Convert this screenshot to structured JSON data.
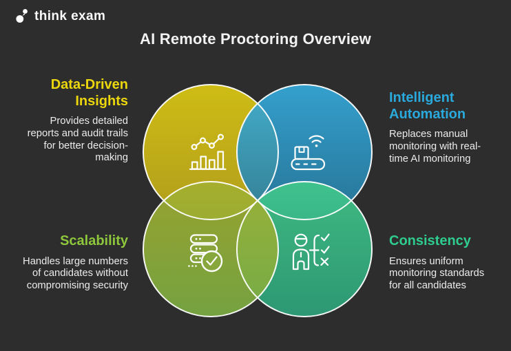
{
  "background_color": "#2d2d2d",
  "logo": {
    "text": "think exam",
    "icon": "two-dots-logo-icon",
    "color": "#ffffff"
  },
  "title": "AI Remote Proctoring Overview",
  "title_color": "#f2f2f2",
  "body_text_color": "#ebebeb",
  "sections": {
    "data_driven": {
      "heading": "Data-Driven\nInsights",
      "heading_color": "#ecd70d",
      "body": "Provides detailed\nreports and audit trails\nfor better decision-\nmaking",
      "icon": "bar-line-chart-icon",
      "circle_top": "#e0cc12",
      "circle_bottom": "#bfa91a"
    },
    "intelligent_automation": {
      "heading": "Intelligent\nAutomation",
      "heading_color": "#2aa9dc",
      "body": "Replaces manual\nmonitoring with real-\ntime AI monitoring",
      "icon": "conveyor-wifi-icon",
      "circle_top": "#35acde",
      "circle_bottom": "#267ba1"
    },
    "scalability": {
      "heading": "Scalability",
      "heading_color": "#8ec63c",
      "body": "Handles large numbers\nof candidates without\ncompromising security",
      "icon": "server-check-icon",
      "circle_top": "#a4af2f",
      "circle_bottom": "#7cae43"
    },
    "consistency": {
      "heading": "Consistency",
      "heading_color": "#2ecc8e",
      "body": "Ensures uniform\nmonitoring standards\nfor all candidates",
      "icon": "person-checklist-icon",
      "circle_top": "#41c98b",
      "circle_bottom": "#2da37b"
    }
  }
}
